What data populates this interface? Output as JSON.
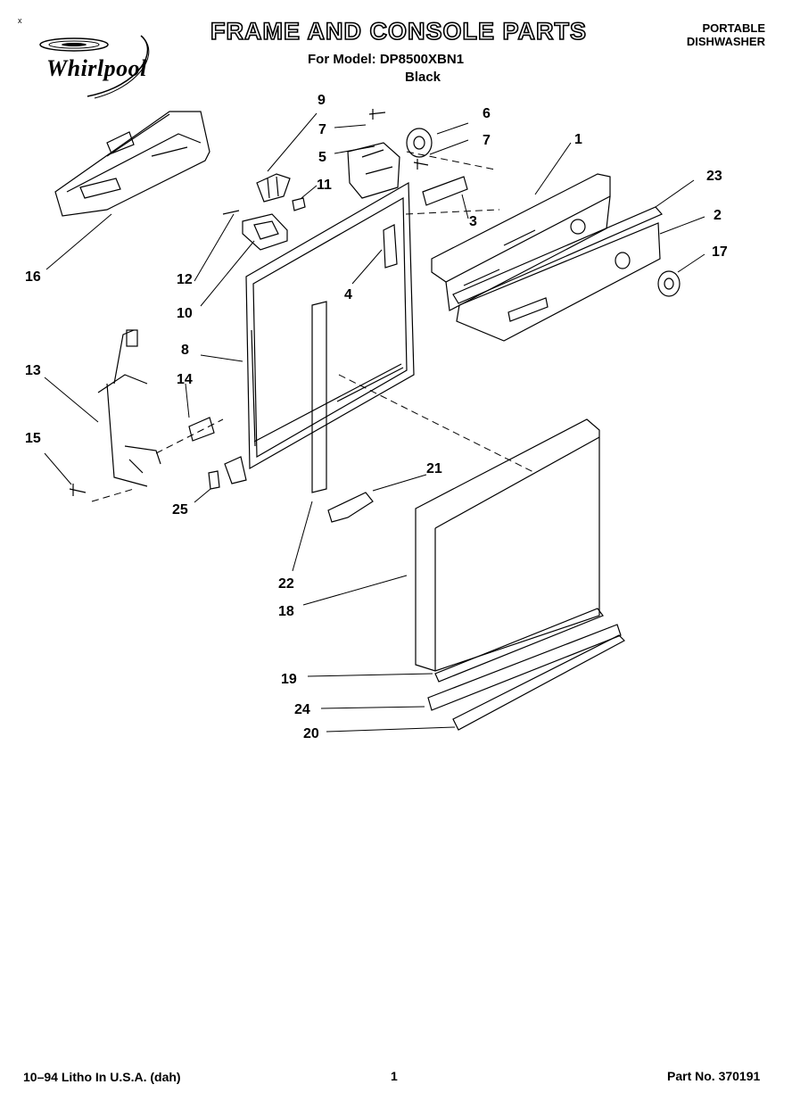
{
  "header": {
    "brand": "Whirlpool",
    "title": "FRAME AND CONSOLE PARTS",
    "model_line": "For Model: DP8500XBN1",
    "color_line": "Black",
    "product_line1": "PORTABLE",
    "product_line2": "DISHWASHER",
    "corner_mark": "x"
  },
  "callouts": [
    "1",
    "2",
    "3",
    "4",
    "5",
    "6",
    "7",
    "7",
    "8",
    "9",
    "10",
    "11",
    "12",
    "13",
    "14",
    "15",
    "16",
    "17",
    "18",
    "19",
    "20",
    "21",
    "22",
    "23",
    "24",
    "25"
  ],
  "footer": {
    "litho": "10–94 Litho In U.S.A. (dah)",
    "page": "1",
    "part_no": "Part No. 370191"
  }
}
